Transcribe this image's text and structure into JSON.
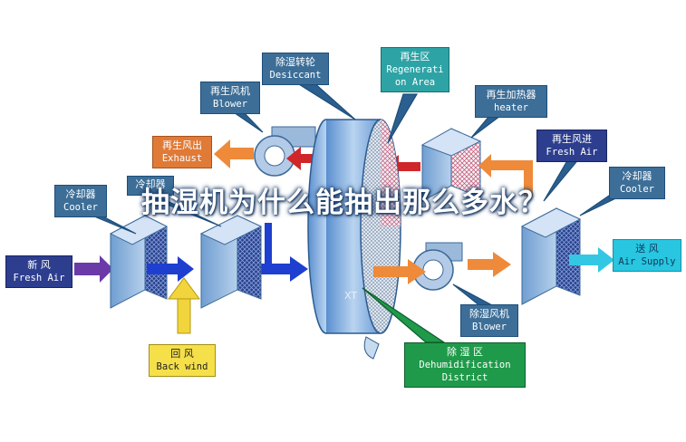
{
  "labels": {
    "desiccant": {
      "zh": "除湿转轮",
      "en": "Desiccant"
    },
    "regeneration_area": {
      "zh": "再生区",
      "en": "Regenerati\non Area"
    },
    "regen_blower": {
      "zh": "再生风机",
      "en": "Blower"
    },
    "regen_heater": {
      "zh": "再生加热器",
      "en": "heater"
    },
    "exhaust": {
      "zh": "再生风出",
      "en": "Exhaust"
    },
    "regen_fresh_air": {
      "zh": "再生风进",
      "en": "Fresh Air"
    },
    "cooler_left": {
      "zh": "冷却器",
      "en": "Cooler"
    },
    "cooler_left2": {
      "zh": "冷却器",
      "en": ""
    },
    "cooler_right": {
      "zh": "冷却器",
      "en": "Cooler"
    },
    "fresh_air": {
      "zh": "新    风",
      "en": "Fresh Air"
    },
    "air_supply": {
      "zh": "送  风",
      "en": "Air Supply"
    },
    "back_wind": {
      "zh": "回    风",
      "en": "Back wind"
    },
    "dehum_blower": {
      "zh": "除湿风机",
      "en": "Blower"
    },
    "dehum_district": {
      "zh": "除    湿    区",
      "en": "Dehumidification\nDistrict"
    }
  },
  "overlay_title": "抽湿机为什么能抽出那么多水？",
  "watermark": "XT",
  "colors": {
    "label_blue": "#3c6e97",
    "label_orange": "#e07a37",
    "label_navy": "#2d3e8f",
    "label_cyan": "#28c6e0",
    "label_yellow": "#f6e04a",
    "label_green": "#1f9a4a",
    "arrow_red": "#d0262a",
    "arrow_blue": "#1e3fcf",
    "arrow_orange": "#ee8a3a",
    "arrow_yellow": "#f2d43c",
    "arrow_purple": "#6a3aa8",
    "arrow_cyan": "#34c7e4",
    "equipment_blue": "#8fb4d9"
  }
}
